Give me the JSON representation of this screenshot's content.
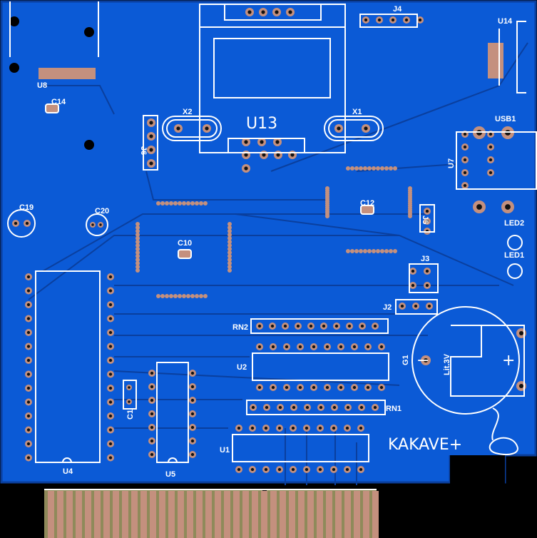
{
  "board": {
    "title": "KAKAVE+",
    "colors": {
      "board": "#0b5ad6",
      "trace": "#0a3f9e",
      "pad": "#c4907e",
      "silk": "#ffffff",
      "gold": "#8f8a5a"
    },
    "labels": {
      "u8": "U8",
      "c14": "C14",
      "x2": "X2",
      "x1": "X1",
      "u13": "U13",
      "j4": "J4",
      "u14": "U14",
      "usb1": "USB1",
      "u7": "U7",
      "j6": "J6",
      "c19": "C19",
      "c20": "C20",
      "c12": "C12",
      "c10": "C10",
      "j5": "J5",
      "led2": "LED2",
      "led1": "LED1",
      "j3": "J3",
      "j2": "J2",
      "rn2": "RN2",
      "u2": "U2",
      "g1": "G1",
      "battery": "Lit.3V",
      "plus": "+",
      "minus": "−",
      "rn1": "RN1",
      "c1": "C1",
      "u4": "U4",
      "u5": "U5",
      "u1": "U1"
    }
  }
}
